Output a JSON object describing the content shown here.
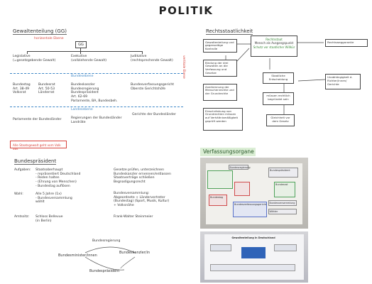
{
  "title": "POLITIK",
  "gewaltenteilung": {
    "heading": "Gewaltenteilung (GG)",
    "horizontal": "horizontale Ebene",
    "gg": "GG",
    "vertikal": "vertikale Ebene",
    "branches": [
      {
        "name": "Legislative",
        "sub": "(=gesetzgebende Gewalt)"
      },
      {
        "name": "Exekutive",
        "sub": "(vollziehende Gewalt)"
      },
      {
        "name": "Judikative",
        "sub": "(rechtsprechende Gewalt)"
      }
    ],
    "bundesebene": "Bundesebene",
    "bund_cols": [
      {
        "lines": [
          "Bundestag",
          "Art. 38-49",
          "Volksrat"
        ]
      },
      {
        "lines": [
          "Bundesrat",
          "Art. 50-53",
          "Länderrat"
        ]
      },
      {
        "lines": [
          "Bundeskanzler",
          "Bundesregierung",
          "Bundespräsident",
          "Art. 62-69",
          "Parlamente, BA, Bundesbeh."
        ]
      },
      {
        "lines": [
          "Bundesverfassungsgericht",
          "Oberste Gerichtshöfe"
        ]
      }
    ],
    "landesebene": "Landesebene",
    "land_cols": [
      "Parlamente der Bundesländer",
      "Regierungen der Bundesländer",
      "Landräte",
      "Gerichte der Bundesländer"
    ],
    "note": "Alle Staatsgewalt geht vom Volk aus"
  },
  "rechtsstaat": {
    "heading": "Rechtsstaatlichkeit",
    "left_boxes": [
      "Gewaltenteilung und gegenseitige Kontrolle",
      "Bindung der drei Gewalten an die Verfassung und Gesetze",
      "Anerkennung der Menschenrechte und der Grundrechte",
      "Einschränkung von Grundrechten müssen auf Verhältnismäßigkeit geprüft werden"
    ],
    "center_top": [
      "Rechtsstaat",
      "Mensch als Ausgangspunkt",
      "Schutz vor staatlicher Willkür"
    ],
    "right_top": "Rechtsweggarantie",
    "center_boxes": [
      "Staatliche Entscheidung",
      "müssen rechtlich begründet sein",
      "Gleichheit vor dem Gesetz"
    ],
    "right_box": "Unabhängigkeit d. Richter/innen/ Gerichte"
  },
  "bundespraesident": {
    "heading": "Bundespräsident",
    "rows": [
      {
        "label": "Aufgaben:",
        "left": [
          "Staatsoberhaupt",
          "- repräsentiert Deutschland",
          "- Reden halten",
          "- (Ehrung von Menschen)",
          "- Bundestag auflösen"
        ],
        "right": [
          "Gesetze prüfen, unterzeichnen",
          "Bundeskanzler ernennen/entlassen",
          "Staatsverträge schließen",
          "Begnadigungsrecht"
        ]
      },
      {
        "label": "Wahl:",
        "left": [
          "Alle 5 Jahre (1x)",
          "- Bundesversammlung",
          "wählt"
        ],
        "right": [
          "Bundesversammlung:",
          "Abgeordnete + Ländervertreter",
          "(Bundestag)   (Sport, Musik, Kultur)",
          "+ Volksnähe"
        ]
      },
      {
        "label": "Amtssitz:",
        "left": [
          "Schloss Bellevue",
          "(in Berlin)"
        ],
        "right": [
          "Frank-Walter Steinmeier"
        ]
      }
    ],
    "triangle": [
      "Bundesregierung",
      "Bundesminister/innen",
      "Bundeskanzler/in",
      "Bundespräsident"
    ]
  },
  "verfassung": {
    "heading": "Verfassungsorgane",
    "photo_labels": [
      "Bundesregierung",
      "Bundespräsident",
      "Bundestag",
      "Bundesrat",
      "Bundesverfassungsgericht",
      "Bundesversammlung",
      "Wähler"
    ],
    "photo2_title": "Gewaltenteilung in Deutschland"
  },
  "colors": {
    "accent_red": "#d8443c",
    "accent_blue": "#3d86c6",
    "accent_green": "#4fa25a"
  }
}
